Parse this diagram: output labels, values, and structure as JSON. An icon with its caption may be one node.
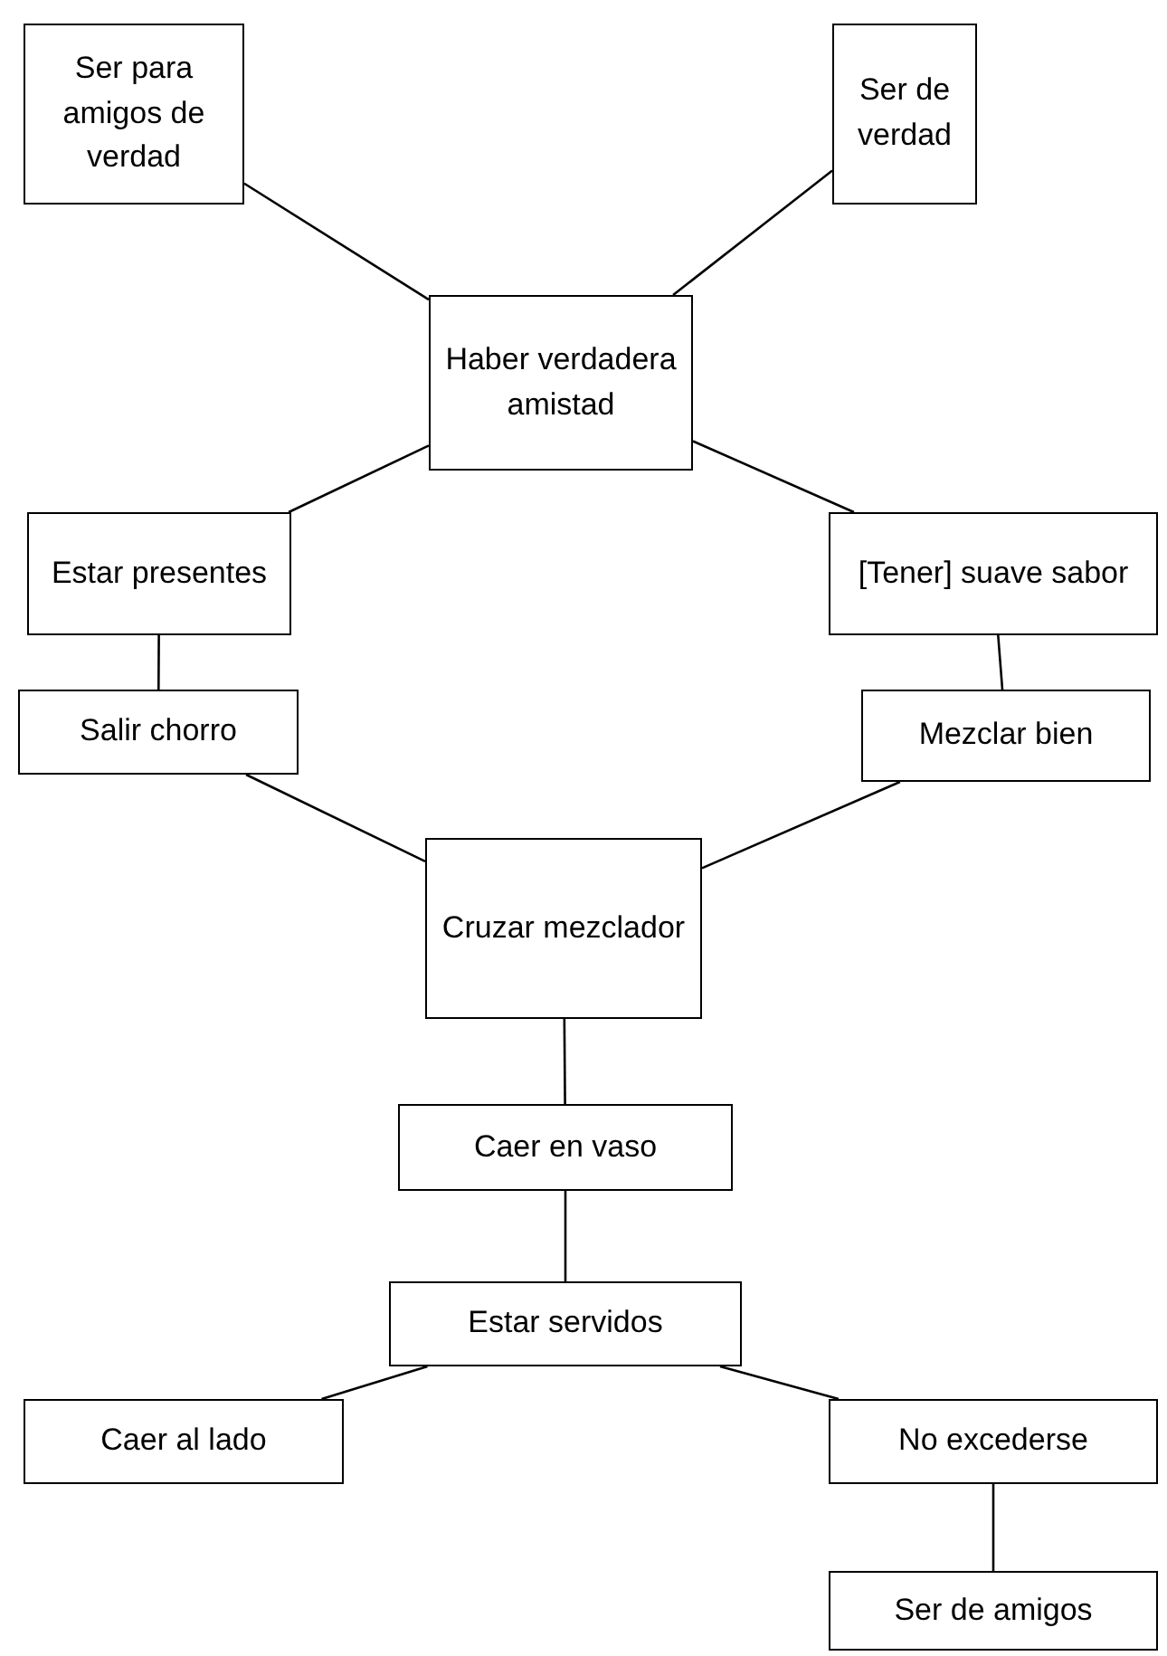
{
  "diagram": {
    "nodes": [
      {
        "text": [
          "Ser para amigos de verdad"
        ]
      },
      {
        "text": [
          "Ser de verdad"
        ]
      },
      {
        "text": [
          "Haber verdadera amistad"
        ]
      },
      {
        "text": [
          "Estar presentes"
        ]
      },
      {
        "text": [
          "[Tener] suave sabor"
        ]
      },
      {
        "text": [
          "Salir chorro"
        ]
      },
      {
        "text": [
          "Mezclar bien"
        ]
      },
      {
        "text": [
          "Cruzar mezclador"
        ]
      },
      {
        "text": [
          "Caer en vaso"
        ]
      },
      {
        "text": [
          "Estar servidos"
        ]
      },
      {
        "text": [
          "Caer al lado"
        ]
      },
      {
        "text": [
          "No excederse"
        ]
      },
      {
        "text": [
          "Ser de amigos"
        ]
      }
    ],
    "edges": [
      {
        "from": 0,
        "to": 2,
        "arrow": "none"
      },
      {
        "from": 1,
        "to": 2,
        "arrow": "none"
      },
      {
        "from": 2,
        "to": 3,
        "arrow": "none"
      },
      {
        "from": 2,
        "to": 4,
        "arrow": "none"
      },
      {
        "from": 3,
        "to": 5,
        "arrow": "none"
      },
      {
        "from": 4,
        "to": 6,
        "arrow": "none"
      },
      {
        "from": 5,
        "to": 7,
        "arrow": "none"
      },
      {
        "from": 6,
        "to": 7,
        "arrow": "none"
      },
      {
        "from": 7,
        "to": 8,
        "arrow": "none"
      },
      {
        "from": 8,
        "to": 9,
        "arrow": "none"
      },
      {
        "from": 9,
        "to": 10,
        "arrow": "none"
      },
      {
        "from": 9,
        "to": 11,
        "arrow": "none"
      },
      {
        "from": 11,
        "to": 12,
        "arrow": "none"
      }
    ]
  }
}
